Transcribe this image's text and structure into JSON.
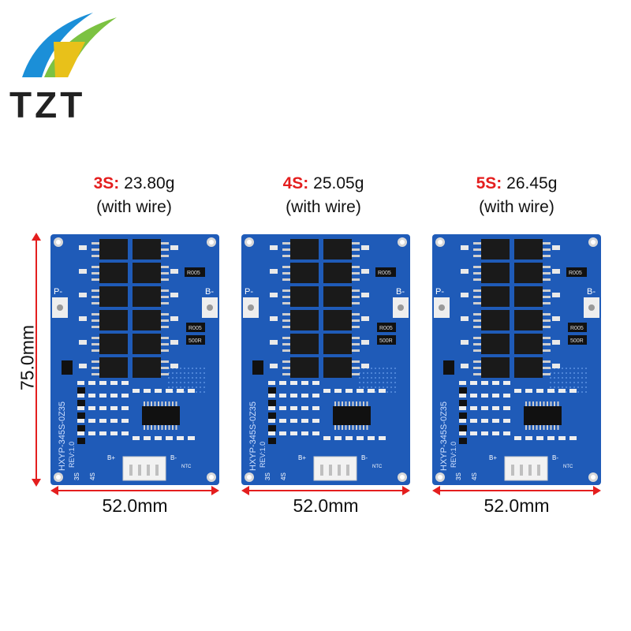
{
  "logo": {
    "text": "TZT"
  },
  "variants": [
    {
      "code": "3S:",
      "weight": "23.80g",
      "note": "(with wire)"
    },
    {
      "code": "4S:",
      "weight": "25.05g",
      "note": "(with wire)"
    },
    {
      "code": "5S:",
      "weight": "26.45g",
      "note": "(with wire)"
    }
  ],
  "board": {
    "model": "HXYP-345S-0Z35",
    "rev": "REV:1.0",
    "p_minus": "P-",
    "b_minus": "B-",
    "b_plus": "B+",
    "ntc": "NTC",
    "s3": "3S",
    "s4": "4S",
    "res_top": "R005",
    "res_mid1": "R005",
    "res_mid2": "500R"
  },
  "dimensions": {
    "width": "52.0mm",
    "height": "75.0mm"
  },
  "colors": {
    "accent": "#e41e1e",
    "pcb": "#1f5bb8",
    "pcb_dark": "#173f8a"
  }
}
